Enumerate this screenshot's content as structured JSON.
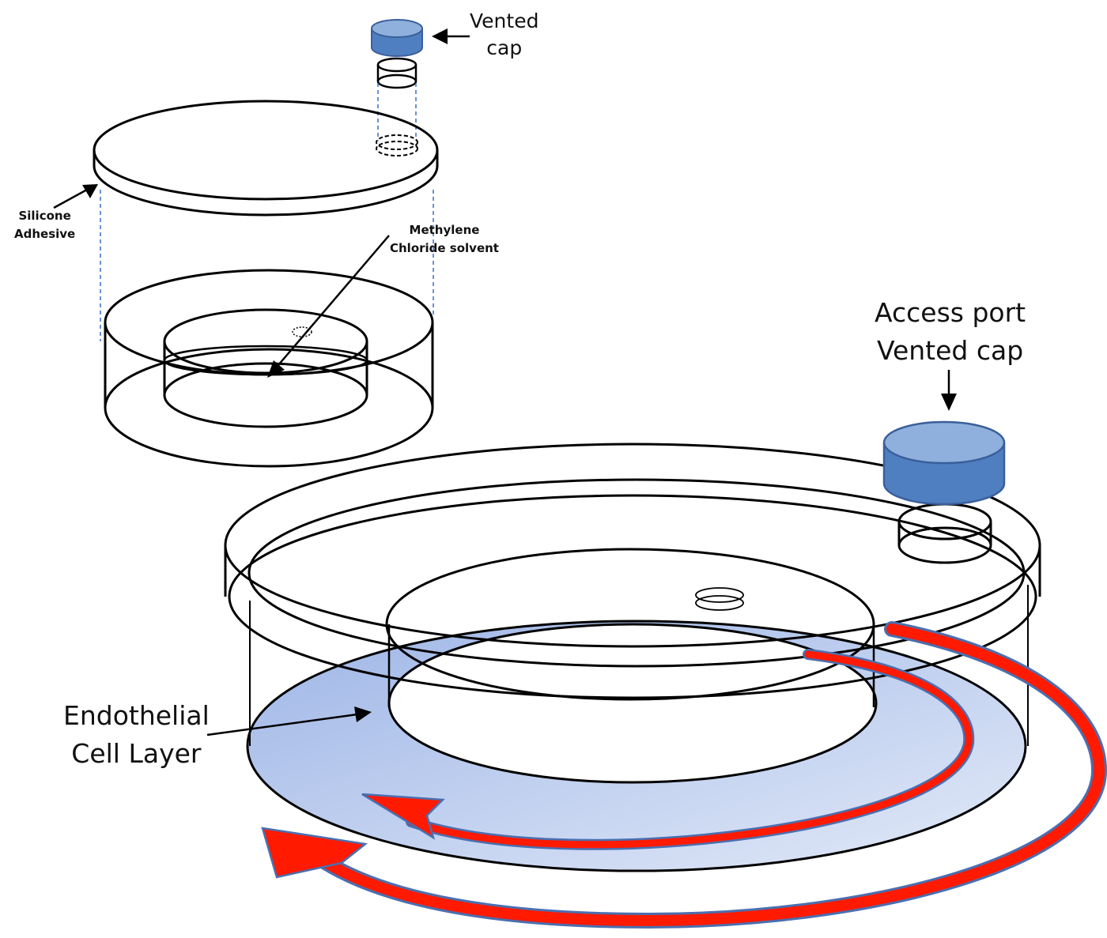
{
  "labels": {
    "vented_cap_top_1": "Vented",
    "vented_cap_top_2": "cap",
    "silicone_1": "Silicone",
    "silicone_2": "Adhesive",
    "methylene_1": "Methylene",
    "methylene_2": "Chloride solvent",
    "access_1": "Access port",
    "access_2": "Vented cap",
    "endothelial_1": "Endothelial",
    "endothelial_2": "Cell Layer"
  },
  "colors": {
    "cap_fill": "#4f7fc0",
    "cap_top": "#8fb0dc",
    "cell_layer": "#b6c8ec",
    "flow_arrow": "#ff1a00",
    "flow_outline": "#4a6fb0",
    "guide_line": "#3a6fc9",
    "stroke": "#000000"
  }
}
